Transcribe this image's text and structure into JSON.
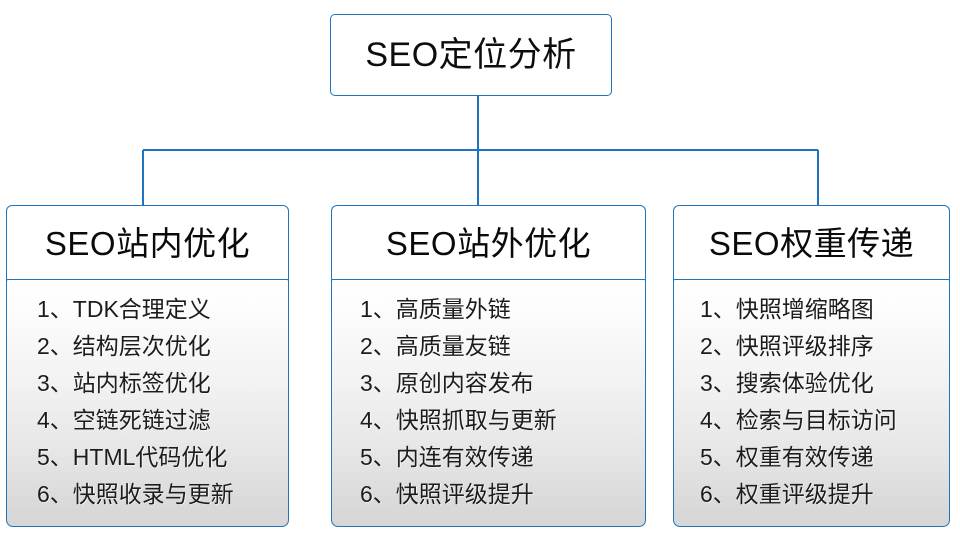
{
  "diagram": {
    "type": "organization-tree",
    "title": "SEO定位分析",
    "accent_color": "#1f75bd",
    "text_color": "#0d0d0d",
    "background": "#ffffff",
    "root": {
      "label": "SEO定位分析"
    },
    "branches": [
      {
        "id": "on-site",
        "header": "SEO站内优化",
        "items": [
          "1、TDK合理定义",
          "2、结构层次优化",
          "3、站内标签优化",
          "4、空链死链过滤",
          "5、HTML代码优化",
          "6、快照收录与更新"
        ]
      },
      {
        "id": "off-site",
        "header": "SEO站外优化",
        "items": [
          "1、高质量外链",
          "2、高质量友链",
          "3、原创内容发布",
          "4、快照抓取与更新",
          "5、内连有效传递",
          "6、快照评级提升"
        ]
      },
      {
        "id": "weight-transfer",
        "header": "SEO权重传递",
        "items": [
          "1、快照增缩略图",
          "2、快照评级排序",
          "3、搜索体验优化",
          "4、检索与目标访问",
          "5、权重有效传递",
          "6、权重评级提升"
        ]
      }
    ]
  }
}
